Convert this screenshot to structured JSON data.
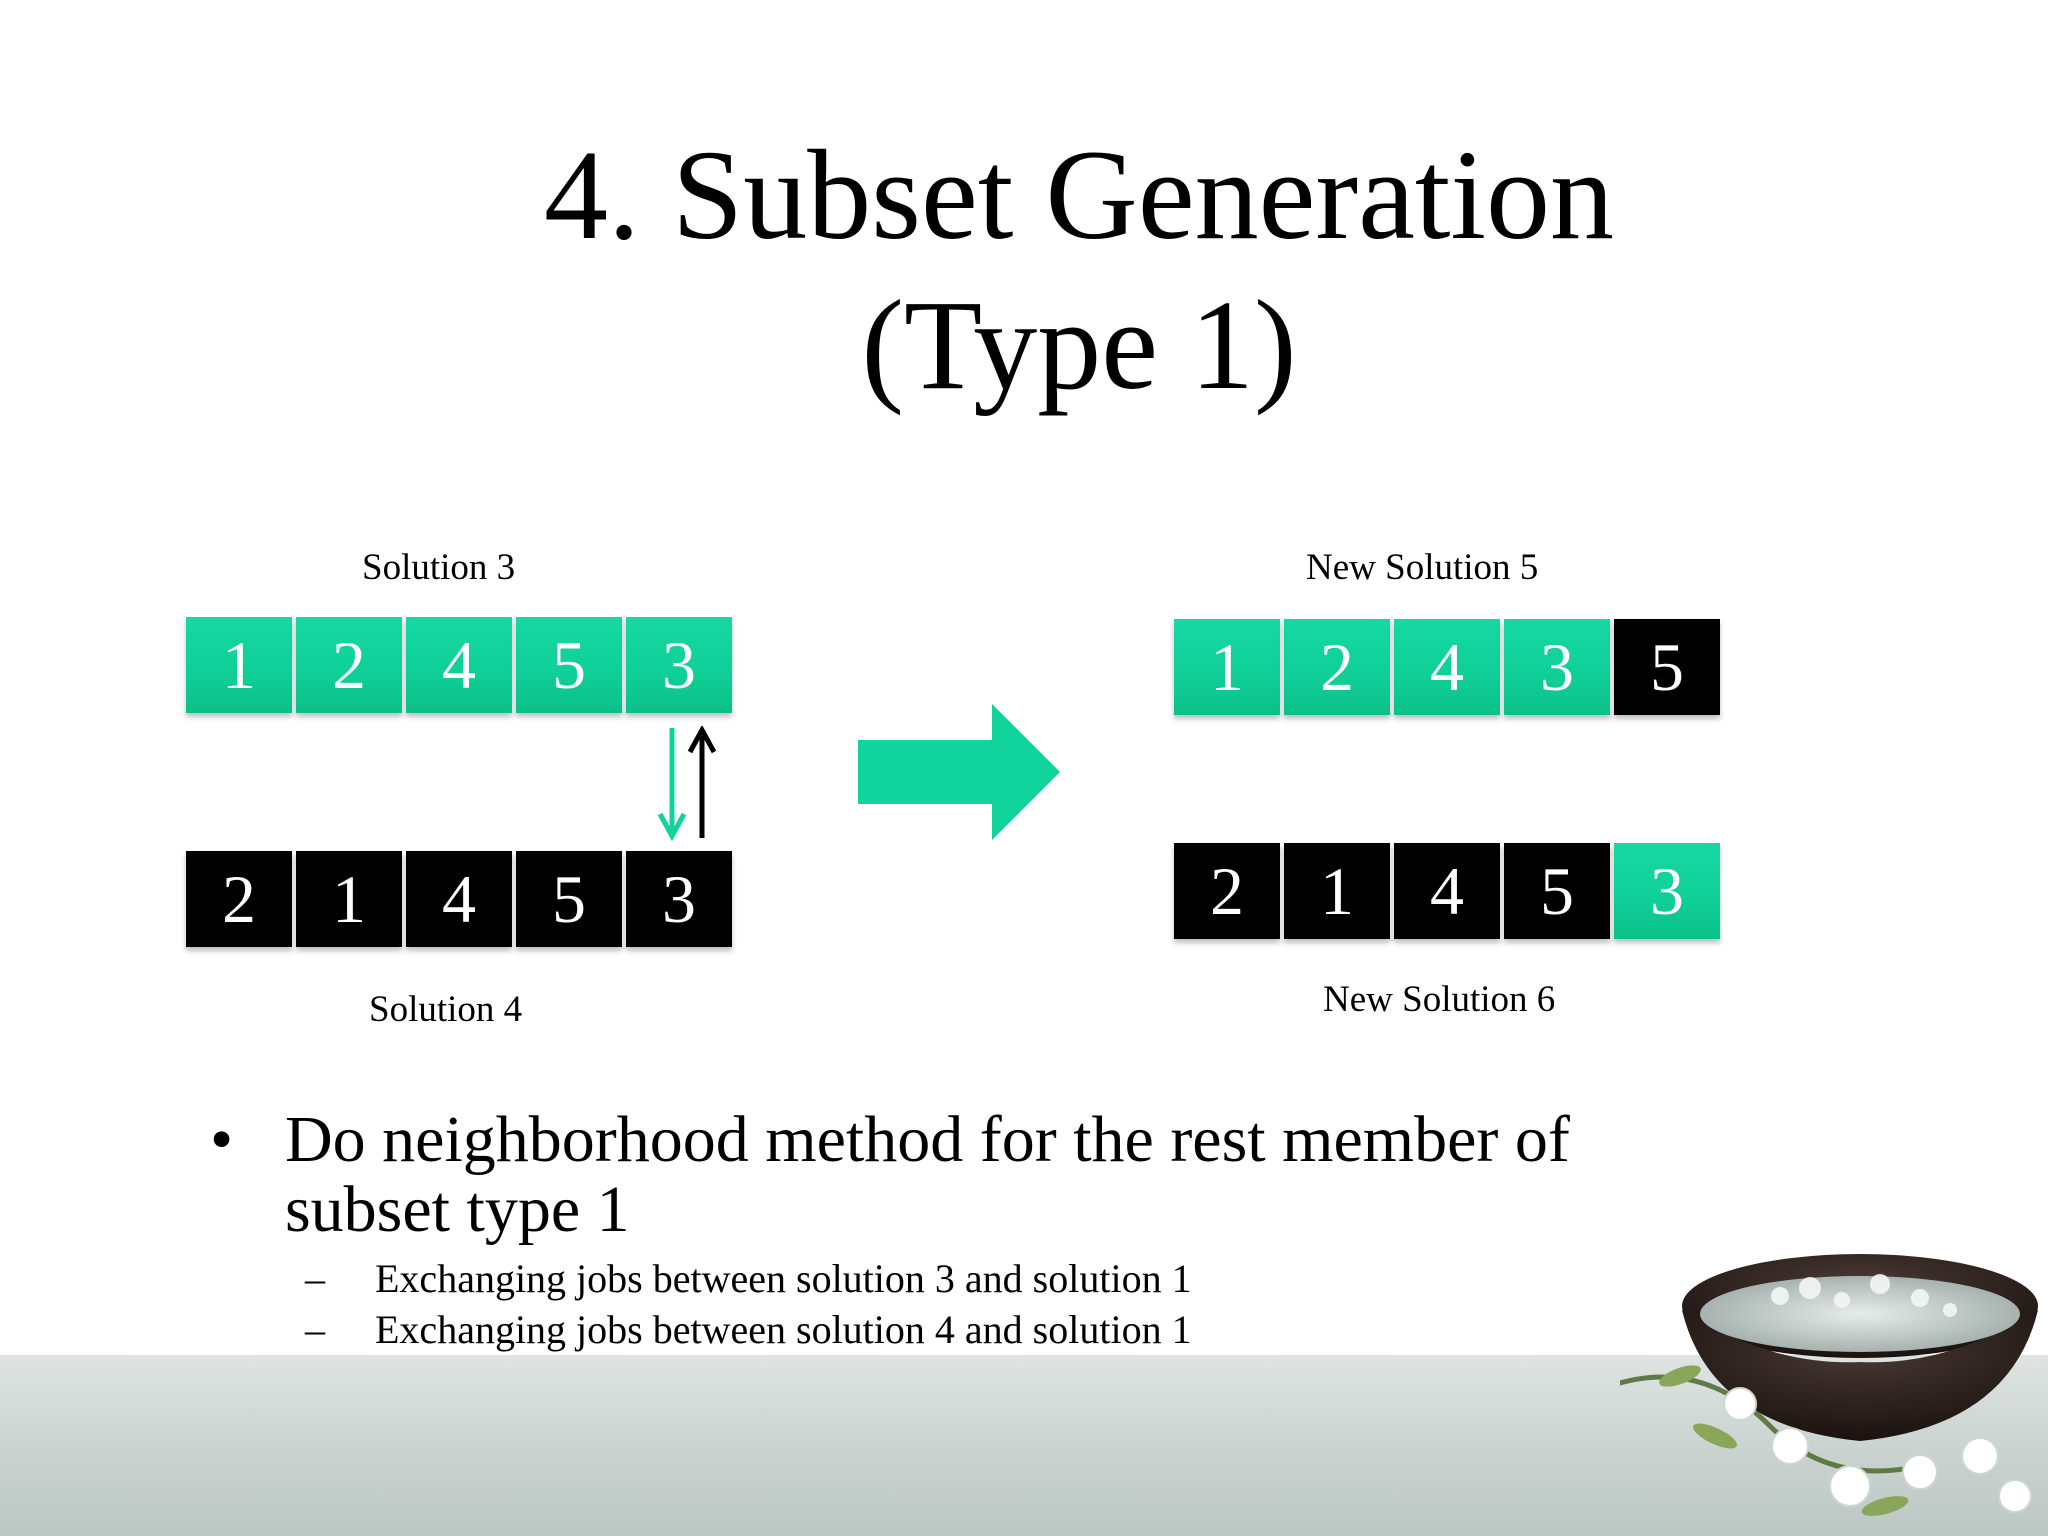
{
  "slide": {
    "title_line1": "4. Subset Generation",
    "title_line2": "(Type 1)"
  },
  "left": {
    "solution3": {
      "label": "Solution 3",
      "cells": [
        "1",
        "2",
        "4",
        "5",
        "3"
      ],
      "colors": [
        "green",
        "green",
        "green",
        "green",
        "green"
      ]
    },
    "solution4": {
      "label": "Solution 4",
      "cells": [
        "2",
        "1",
        "4",
        "5",
        "3"
      ],
      "colors": [
        "black",
        "black",
        "black",
        "black",
        "black"
      ]
    }
  },
  "right": {
    "new_solution5": {
      "label": "New Solution 5",
      "cells": [
        "1",
        "2",
        "4",
        "3",
        "5"
      ],
      "colors": [
        "green",
        "green",
        "green",
        "green",
        "black"
      ]
    },
    "new_solution6": {
      "label": "New Solution 6",
      "cells": [
        "2",
        "1",
        "4",
        "5",
        "3"
      ],
      "colors": [
        "black",
        "black",
        "black",
        "black",
        "green"
      ]
    }
  },
  "bullets": {
    "main": "Do neighborhood method for the rest member of subset type 1",
    "main_marker": "•",
    "sub_marker": "–",
    "sub": [
      "Exchanging jobs between solution 3 and solution 1",
      "Exchanging jobs between solution 4 and solution 1"
    ]
  },
  "colors": {
    "green": "#12d49c",
    "black": "#000000",
    "arrow_green": "#10d49b"
  }
}
